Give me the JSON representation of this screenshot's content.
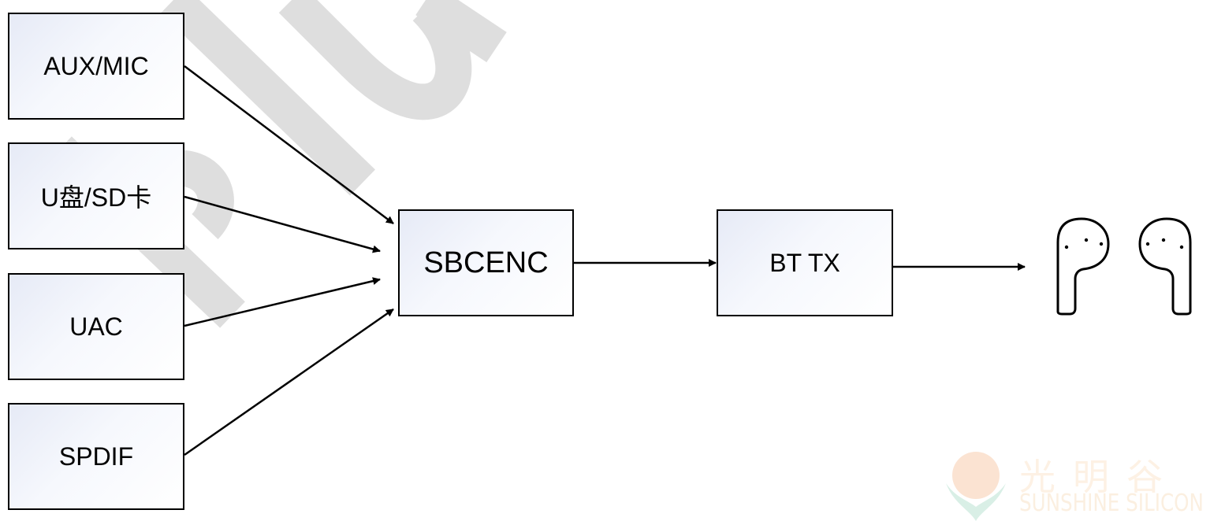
{
  "diagram": {
    "sources": [
      {
        "id": "aux",
        "label": "AUX/MIC"
      },
      {
        "id": "usd",
        "label": "U盘/SD卡"
      },
      {
        "id": "uac",
        "label": "UAC"
      },
      {
        "id": "spdif",
        "label": "SPDIF"
      }
    ],
    "encoder": {
      "label": "SBCENC"
    },
    "transmitter": {
      "label": "BT TX"
    },
    "edges": [
      {
        "from": "AUX/MIC",
        "to": "SBCENC"
      },
      {
        "from": "U盘/SD卡",
        "to": "SBCENC"
      },
      {
        "from": "UAC",
        "to": "SBCENC"
      },
      {
        "from": "SPDIF",
        "to": "SBCENC"
      },
      {
        "from": "SBCENC",
        "to": "BT TX"
      },
      {
        "from": "BT TX",
        "to": "earbuds"
      }
    ],
    "output_icon": "earbuds-icon",
    "background_watermark": "diagonal-gray-watermark-strokes"
  },
  "watermark_logo": {
    "name_cn": "光明谷",
    "name_en": "SUNSHINE SILICON",
    "colors": {
      "sun": "#fbe3d2",
      "leaf": "#d9efe6",
      "text": "#fdf1e4"
    }
  },
  "colors": {
    "box_border": "#000000",
    "box_fill_start": "#e6eaf6",
    "box_fill_end": "#ffffff",
    "arrow": "#000000",
    "watermark_strokes": "#dedede"
  }
}
